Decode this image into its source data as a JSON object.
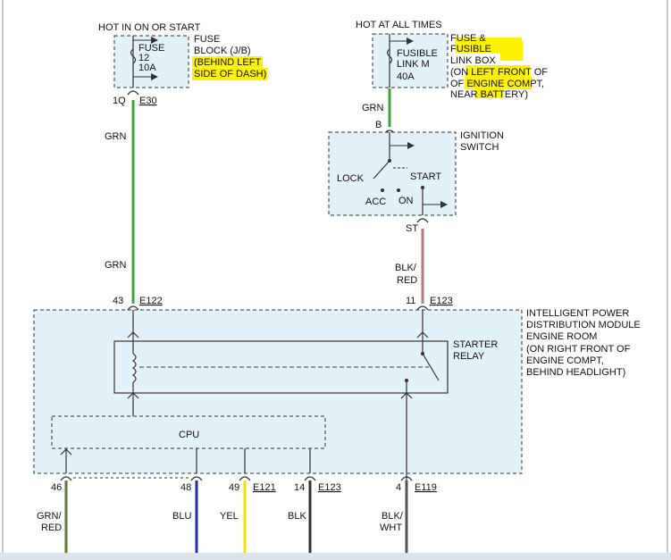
{
  "colors": {
    "background": "#ffffff",
    "box_fill": "#e3f1f8",
    "outline": "#333333",
    "highlight": "#fff200",
    "wire_grn": "#3aa63a",
    "wire_blk_red": "#b57b7b",
    "wire_grn_red": "#5a7a36",
    "wire_blu": "#1f2fb0",
    "wire_yel": "#f0e000",
    "wire_blk": "#333333",
    "wire_blk_wht": "#555555"
  },
  "fuse_block": {
    "hot_label": "HOT IN ON OR START",
    "fuse_name": "FUSE",
    "fuse_number": "12",
    "fuse_rating": "10A",
    "desc_line1": "FUSE",
    "desc_line2": "BLOCK (J/B)",
    "desc_line3": "(BEHIND LEFT",
    "desc_line4": "SIDE OF DASH)",
    "pin": "1Q",
    "connector": "E30"
  },
  "fusible_link_box": {
    "hot_label": "HOT AT ALL TIMES",
    "fuse_name": "FUSIBLE",
    "fuse_number": "LINK M",
    "fuse_rating": "40A",
    "desc_line1": "FUSE &",
    "desc_line2": "FUSIBLE",
    "desc_line3": "LINK BOX",
    "desc_line4": "(ON LEFT FRONT OF",
    "desc_line5": "OF ENGINE COMPT,",
    "desc_line6": "NEAR BATTERY)"
  },
  "ignition_switch": {
    "title_line1": "IGNITION",
    "title_line2": "SWITCH",
    "pos_lock": "LOCK",
    "pos_acc": "ACC",
    "pos_on": "ON",
    "pos_start": "START",
    "input_pin": "B",
    "output_pin": "ST"
  },
  "wires": {
    "grn_upper": "GRN",
    "grn_lower": "GRN",
    "grn_top_right": "GRN",
    "blk_red_line1": "BLK/",
    "blk_red_line2": "RED"
  },
  "ipdm": {
    "title_line1": "INTELLIGENT POWER",
    "title_line2": "DISTRIBUTION MODULE",
    "title_line3": "ENGINE ROOM",
    "title_line4": "(ON RIGHT FRONT OF",
    "title_line5": "ENGINE COMPT,",
    "title_line6": "BEHIND HEADLIGHT)",
    "relay_line1": "STARTER",
    "relay_line2": "RELAY",
    "cpu_label": "CPU",
    "input_left_pin": "43",
    "input_left_connector": "E122",
    "input_right_pin": "11",
    "input_right_connector": "E123"
  },
  "outputs": [
    {
      "pin": "46",
      "connector": "",
      "color_line1": "GRN/",
      "color_line2": "RED"
    },
    {
      "pin": "48",
      "connector": "",
      "color_line1": "BLU",
      "color_line2": ""
    },
    {
      "pin": "49",
      "connector": "E121",
      "color_line1": "YEL",
      "color_line2": ""
    },
    {
      "pin": "14",
      "connector": "E123",
      "color_line1": "BLK",
      "color_line2": ""
    },
    {
      "pin": "4",
      "connector": "E119",
      "color_line1": "BLK/",
      "color_line2": "WHT"
    }
  ]
}
